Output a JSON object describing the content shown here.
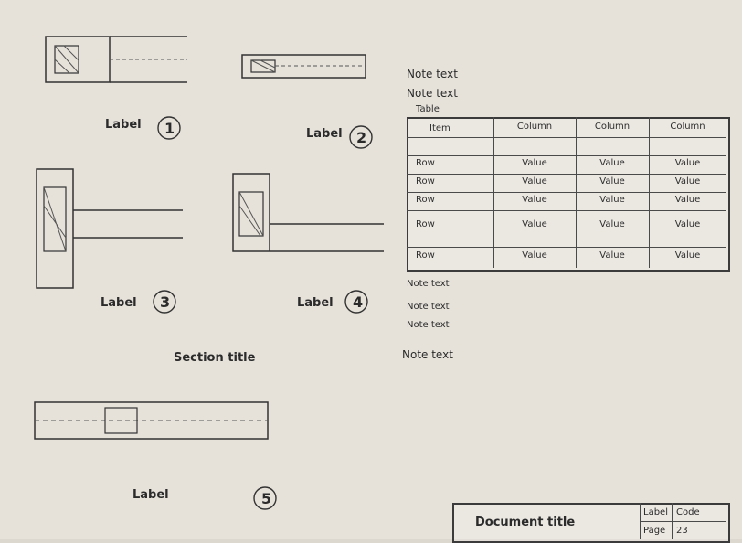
{
  "labels": {
    "diagram_1": "Label",
    "num_1": "1",
    "diagram_2": "Label",
    "num_2": "2",
    "diagram_3": "Label",
    "num_3": "3",
    "diagram_4": "Label",
    "num_4": "4",
    "section_title": "Section title",
    "diagram_5": "Label",
    "num_5": "5"
  },
  "notes": {
    "top_1": "Note text",
    "top_2": "Note text",
    "bottom_1": "Note text",
    "bottom_2": "Note text",
    "bottom_3": "Note text",
    "bottom_4": "Note text"
  },
  "table": {
    "caption": "Table",
    "header": {
      "item": "Item",
      "grade_1": "Column",
      "grade_2": "Column",
      "grade_3": "Column"
    },
    "rows": [
      {
        "label": "Row",
        "c1": "Value",
        "c2": "Value",
        "c3": "Value"
      },
      {
        "label": "Row",
        "c1": "Value",
        "c2": "Value",
        "c3": "Value"
      },
      {
        "label": "Row",
        "c1": "Value",
        "c2": "Value",
        "c3": "Value"
      },
      {
        "label": "Row",
        "c1": "Value",
        "c2": "Value",
        "c3": "Value"
      },
      {
        "label": "Row",
        "c1": "Value",
        "c2": "Value",
        "c3": "Value"
      }
    ]
  },
  "title_block": {
    "title": "Document title",
    "label_atlas": "Label",
    "code": "Code",
    "label_page": "Page",
    "page": "23"
  }
}
